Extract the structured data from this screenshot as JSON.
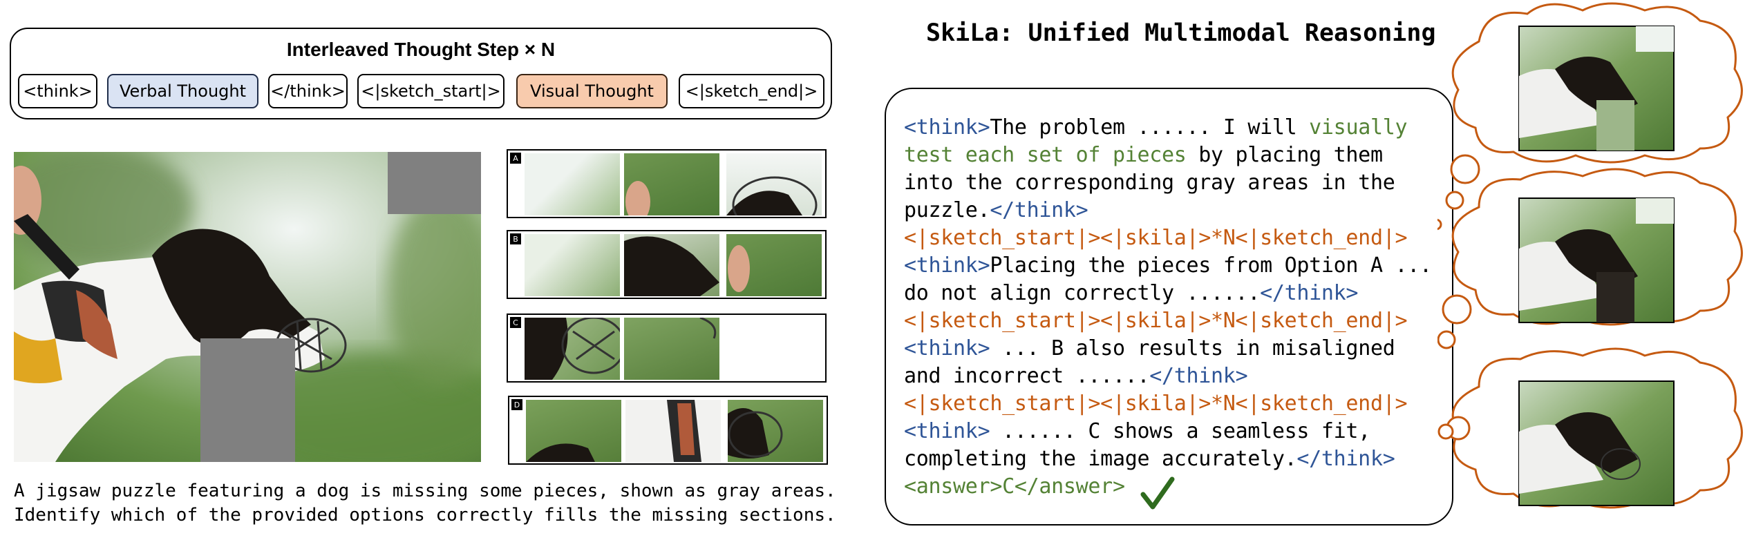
{
  "step_panel": {
    "title": "Interleaved Thought Step × N",
    "tokens": [
      "<think>",
      "Verbal Thought",
      "</think>",
      "<|sketch_start|>",
      "Visual Thought",
      "<|sketch_end|>"
    ]
  },
  "options": [
    "A",
    "B",
    "C",
    "D"
  ],
  "question": {
    "line1": "A jigsaw puzzle featuring a dog is missing some pieces, shown as gray areas.",
    "line2": "Identify which of the provided options correctly fills the missing sections."
  },
  "title": "SkiLa: Unified Multimodal Reasoning",
  "reasoning": {
    "l1_tag": "<think>",
    "l1_text": "The problem ...... I will ",
    "l1_vis": "visually",
    "l2_vis": "test each set of pieces",
    "l2_text": " by placing them",
    "l3": "into the corresponding gray areas in the",
    "l4_text": "puzzle.",
    "l4_tag": "</think>",
    "l5": "<|sketch_start|><|skila|>*N<|sketch_end|>",
    "l6_tag": "<think>",
    "l6_text": "Placing the pieces from Option A ...",
    "l7_text": "do not align correctly ......",
    "l7_tag": "</think>",
    "l8": "<|sketch_start|><|skila|>*N<|sketch_end|>",
    "l9_tag": "<think>",
    "l9_text": " ... B also results in misaligned",
    "l10_text": "and incorrect ......",
    "l10_tag": "</think>",
    "l11": "<|sketch_start|><|skila|>*N<|sketch_end|>",
    "l12_tag": "<think>",
    "l12_text": " ...... C shows a seamless fit,",
    "l13_text": "completing the image accurately.",
    "l13_tag": "</think>",
    "l14_answer": "<answer>C</answer>"
  },
  "colors": {
    "tag": "#2f5597",
    "sketch": "#c55a11",
    "visual": "#548235",
    "verbal_fill": "#dae3f3",
    "visual_fill": "#f8cbad",
    "cloud": "#c55a11"
  }
}
